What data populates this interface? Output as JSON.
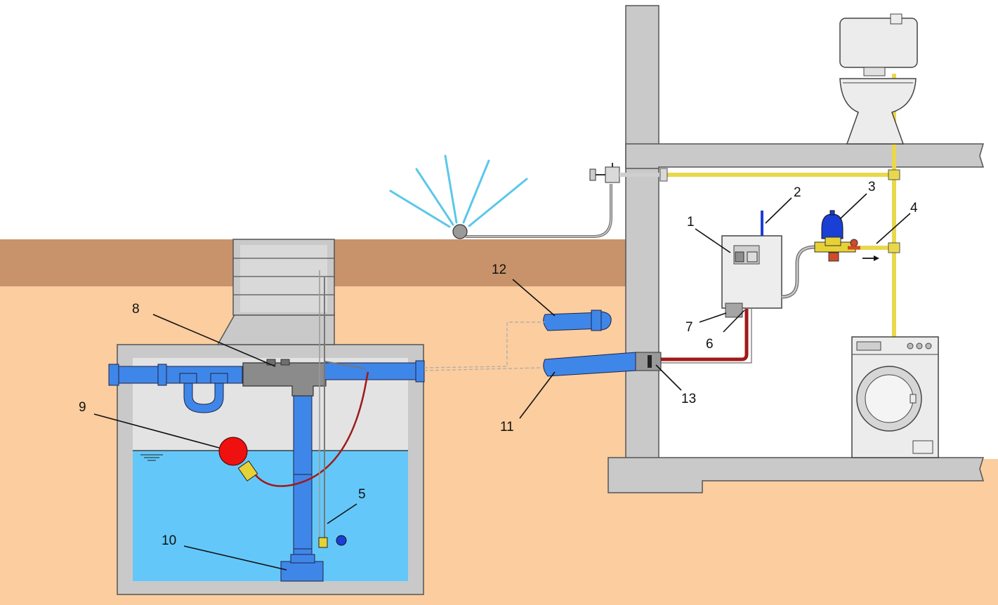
{
  "colors": {
    "soil": "#fbcd9f",
    "topsoil": "#c8936a",
    "concrete": "#c9c9c9",
    "concrete_dark": "#a8a8a8",
    "water": "#63c8f9",
    "air": "#e3e3e3",
    "pipe_blue": "#3f86e9",
    "pipe_yellow": "#e9d84c",
    "hose_red": "#a01a1a",
    "float_red": "#ef1010",
    "sprinkler_spray": "#5bc7ea",
    "vessel_blue": "#1a3fd4"
  },
  "callouts": [
    {
      "label": "1",
      "part": "controller-unit"
    },
    {
      "label": "2",
      "part": "antenna"
    },
    {
      "label": "3",
      "part": "pressure-vessel"
    },
    {
      "label": "4",
      "part": "supply-tee"
    },
    {
      "label": "5",
      "part": "level-sensor"
    },
    {
      "label": "6",
      "part": "hose-connection"
    },
    {
      "label": "7",
      "part": "wall-bracket"
    },
    {
      "label": "8",
      "part": "overflow-filter"
    },
    {
      "label": "9",
      "part": "float-switch"
    },
    {
      "label": "10",
      "part": "submersible-pump"
    },
    {
      "label": "11",
      "part": "inlet-pipe"
    },
    {
      "label": "12",
      "part": "overflow-pipe"
    },
    {
      "label": "13",
      "part": "wall-sleeve"
    }
  ]
}
